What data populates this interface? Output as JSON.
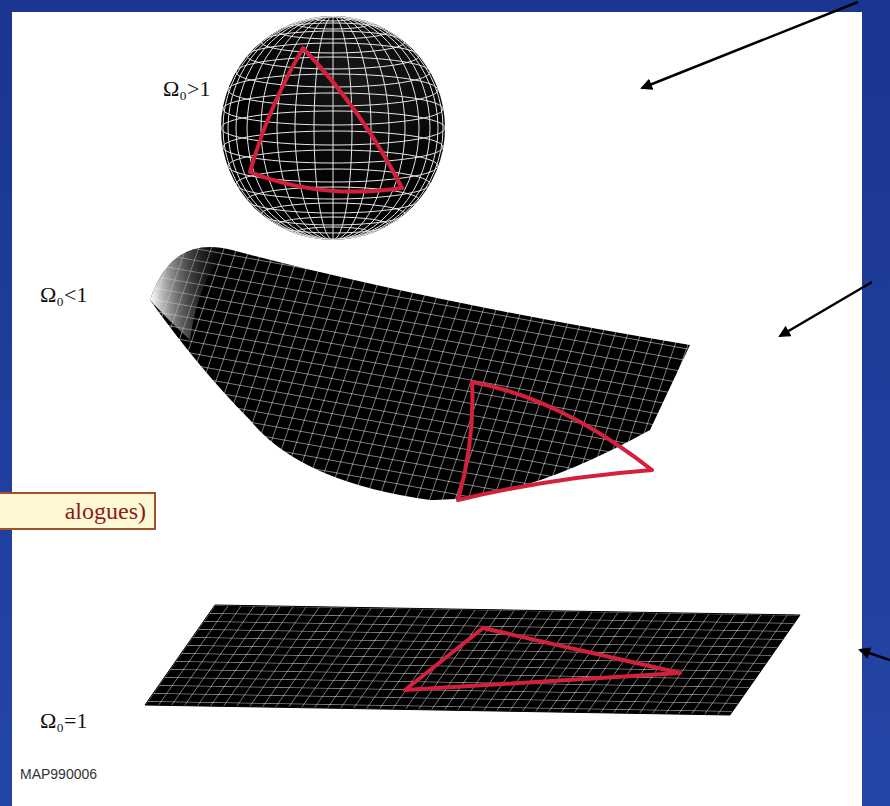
{
  "diagram": {
    "nodes": [
      {
        "text": [
          "alogues)"
        ]
      }
    ],
    "labels": [
      "Ω₀>1",
      "Ω₀<1",
      "Ω₀=1",
      "MAP990006"
    ]
  }
}
